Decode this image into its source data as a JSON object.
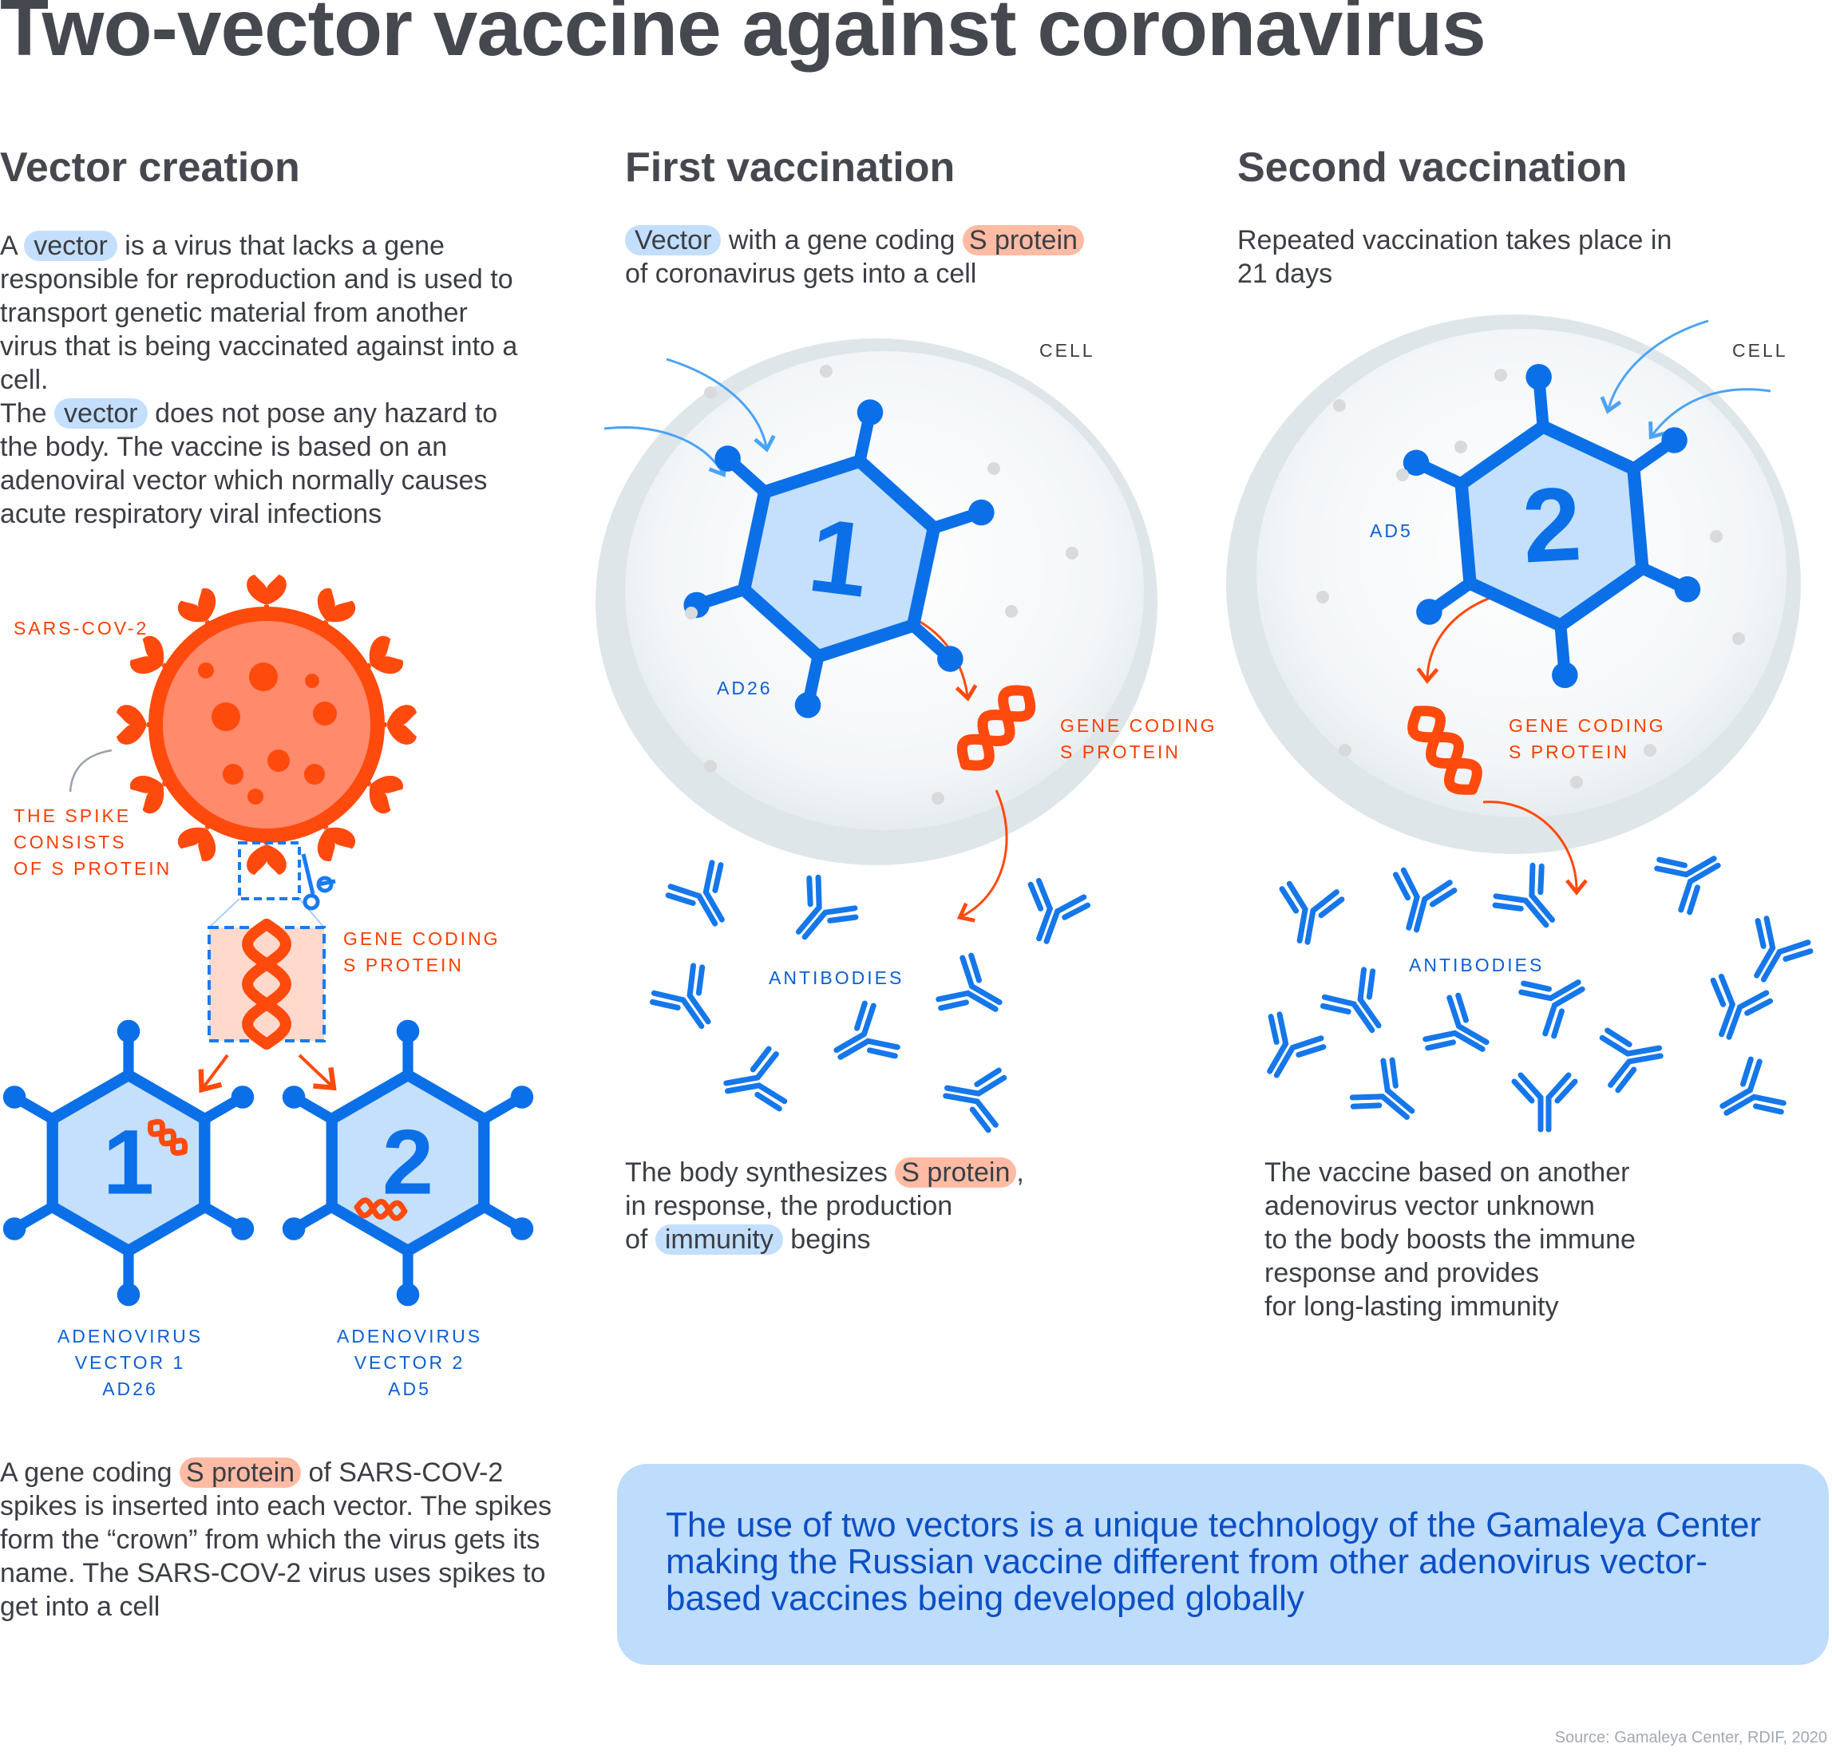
{
  "title": "Two-vector vaccine against coronavirus",
  "columns": {
    "vector_creation": {
      "heading": "Vector creation",
      "intro": {
        "a": "A ",
        "hl1": "vector",
        "b": " is a virus that lacks a gene responsible for reproduction and is used to transport genetic material from another virus that is being vaccinated against into a cell.",
        "c": "The ",
        "hl2": "vector",
        "d": " does not pose any hazard to the body. The vaccine is based on an adenoviral vector which normally causes acute respiratory viral infections"
      },
      "labels": {
        "sars": "SARS-COV-2",
        "spike": [
          "THE SPIKE",
          "CONSISTS",
          "OF S PROTEIN"
        ],
        "gene": [
          "GENE CODING",
          "S PROTEIN"
        ],
        "vector1": [
          "ADENOVIRUS",
          "VECTOR 1",
          "AD26"
        ],
        "vector2": [
          "ADENOVIRUS",
          "VECTOR 2",
          "AD5"
        ],
        "num1": "1",
        "num2": "2"
      },
      "outro": {
        "a": "A gene coding ",
        "hl": "S protein",
        "b": " of SARS-COV-2 spikes is inserted into each vector. The spikes form the “crown” from which the virus gets its name. The SARS-COV-2 virus uses spikes to get into a cell"
      }
    },
    "first_vaccination": {
      "heading": "First vaccination",
      "intro": {
        "hl1": "Vector",
        "a": " with a gene coding ",
        "hl2": "S protein",
        "b": "of coronavirus gets into a cell"
      },
      "labels": {
        "cell": "CELL",
        "ad": "AD26",
        "num": "1",
        "gene": [
          "GENE CODING",
          "S PROTEIN"
        ],
        "antibodies": "ANTIBODIES"
      },
      "outro": {
        "a": "The body synthesizes ",
        "hl1": "S protein",
        "b": ",",
        "c": "in response, the production",
        "d": "of ",
        "hl2": "immunity",
        "e": " begins"
      }
    },
    "second_vaccination": {
      "heading": "Second vaccination",
      "intro": "Repeated vaccination takes place in 21 days",
      "labels": {
        "cell": "CELL",
        "ad": "AD5",
        "num": "2",
        "gene": [
          "GENE CODING",
          "S PROTEIN"
        ],
        "antibodies": "ANTIBODIES"
      },
      "outro": [
        "The vaccine based on another",
        "adenovirus vector unknown",
        "to the body boosts the immune",
        "response and provides",
        "for long-lasting immunity"
      ]
    }
  },
  "callout": "The use of two vectors is a unique technology of the Gamaleya Center making the Russian vaccine different from other adenovirus vector-based vaccines being developed globally",
  "source": "Source: Gamaleya Center, RDIF, 2020",
  "colors": {
    "blue": "#0b6fe8",
    "hex_fill": "#c4e0fc",
    "orange": "#ff4a0d",
    "cell": "#dfe5e8",
    "text": "#3b3e45"
  }
}
